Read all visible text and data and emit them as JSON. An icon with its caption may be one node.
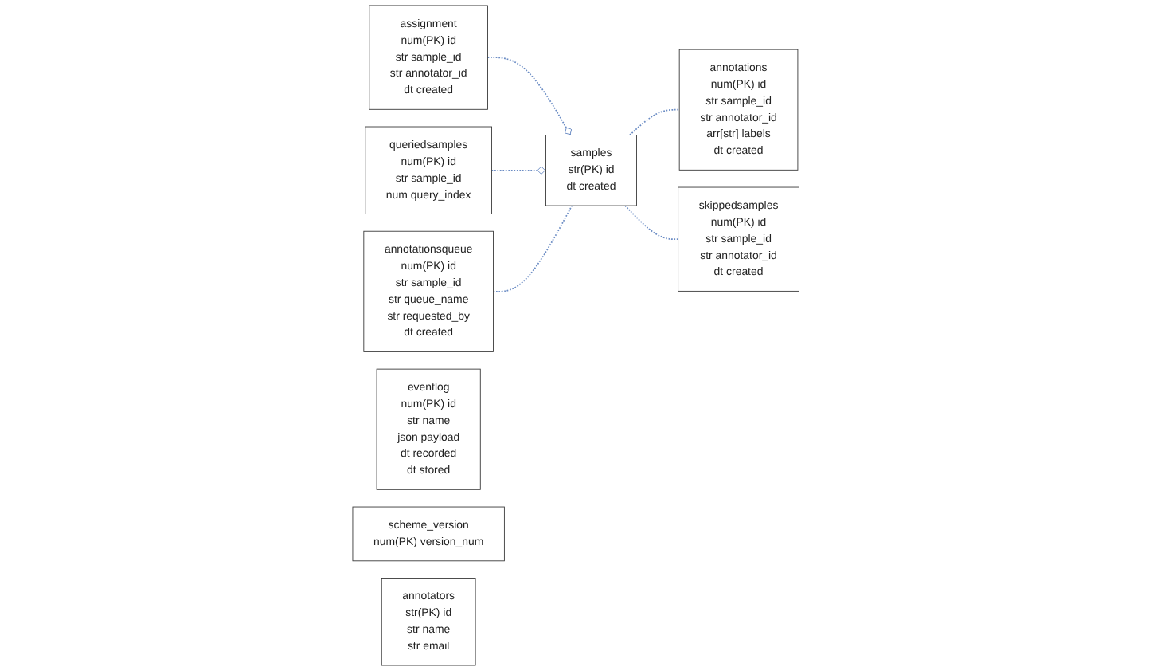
{
  "diagram": {
    "nodes": [
      {
        "text": [
          "assignment",
          "num(PK) id",
          "str sample_id",
          "str annotator_id",
          "dt created"
        ]
      },
      {
        "text": [
          "annotationsqueue",
          "num(PK) id",
          "str sample_id",
          "str queue_name",
          "str requested_by",
          "dt created"
        ]
      },
      {
        "text": [
          "annotations",
          "num(PK) id",
          "str sample_id",
          "str annotator_id",
          "arr[str] labels",
          "dt created"
        ]
      },
      {
        "text": [
          "queriedsamples",
          "num(PK) id",
          "str sample_id",
          "num query_index"
        ]
      },
      {
        "text": [
          "samples",
          "str(PK) id",
          "dt created"
        ]
      },
      {
        "text": [
          "skippedsamples",
          "num(PK) id",
          "str sample_id",
          "str annotator_id",
          "dt created"
        ]
      },
      {
        "text": [
          "eventlog",
          "num(PK) id",
          "str name",
          "json payload",
          "dt recorded",
          "dt stored"
        ]
      },
      {
        "text": [
          "scheme_version",
          "num(PK) version_num"
        ]
      },
      {
        "text": [
          "annotators",
          "str(PK) id",
          "str name",
          "str email"
        ]
      }
    ],
    "edges": [
      {
        "from": 0,
        "to": 4,
        "arrow": "other",
        "style": "dashed"
      },
      {
        "from": 3,
        "to": 4,
        "arrow": "other",
        "style": "dashed"
      },
      {
        "from": 1,
        "to": 4,
        "arrow": "none",
        "style": "dashed"
      },
      {
        "from": 4,
        "to": 2,
        "arrow": "none",
        "style": "dashed"
      },
      {
        "from": 4,
        "to": 5,
        "arrow": "none",
        "style": "dashed"
      }
    ]
  }
}
